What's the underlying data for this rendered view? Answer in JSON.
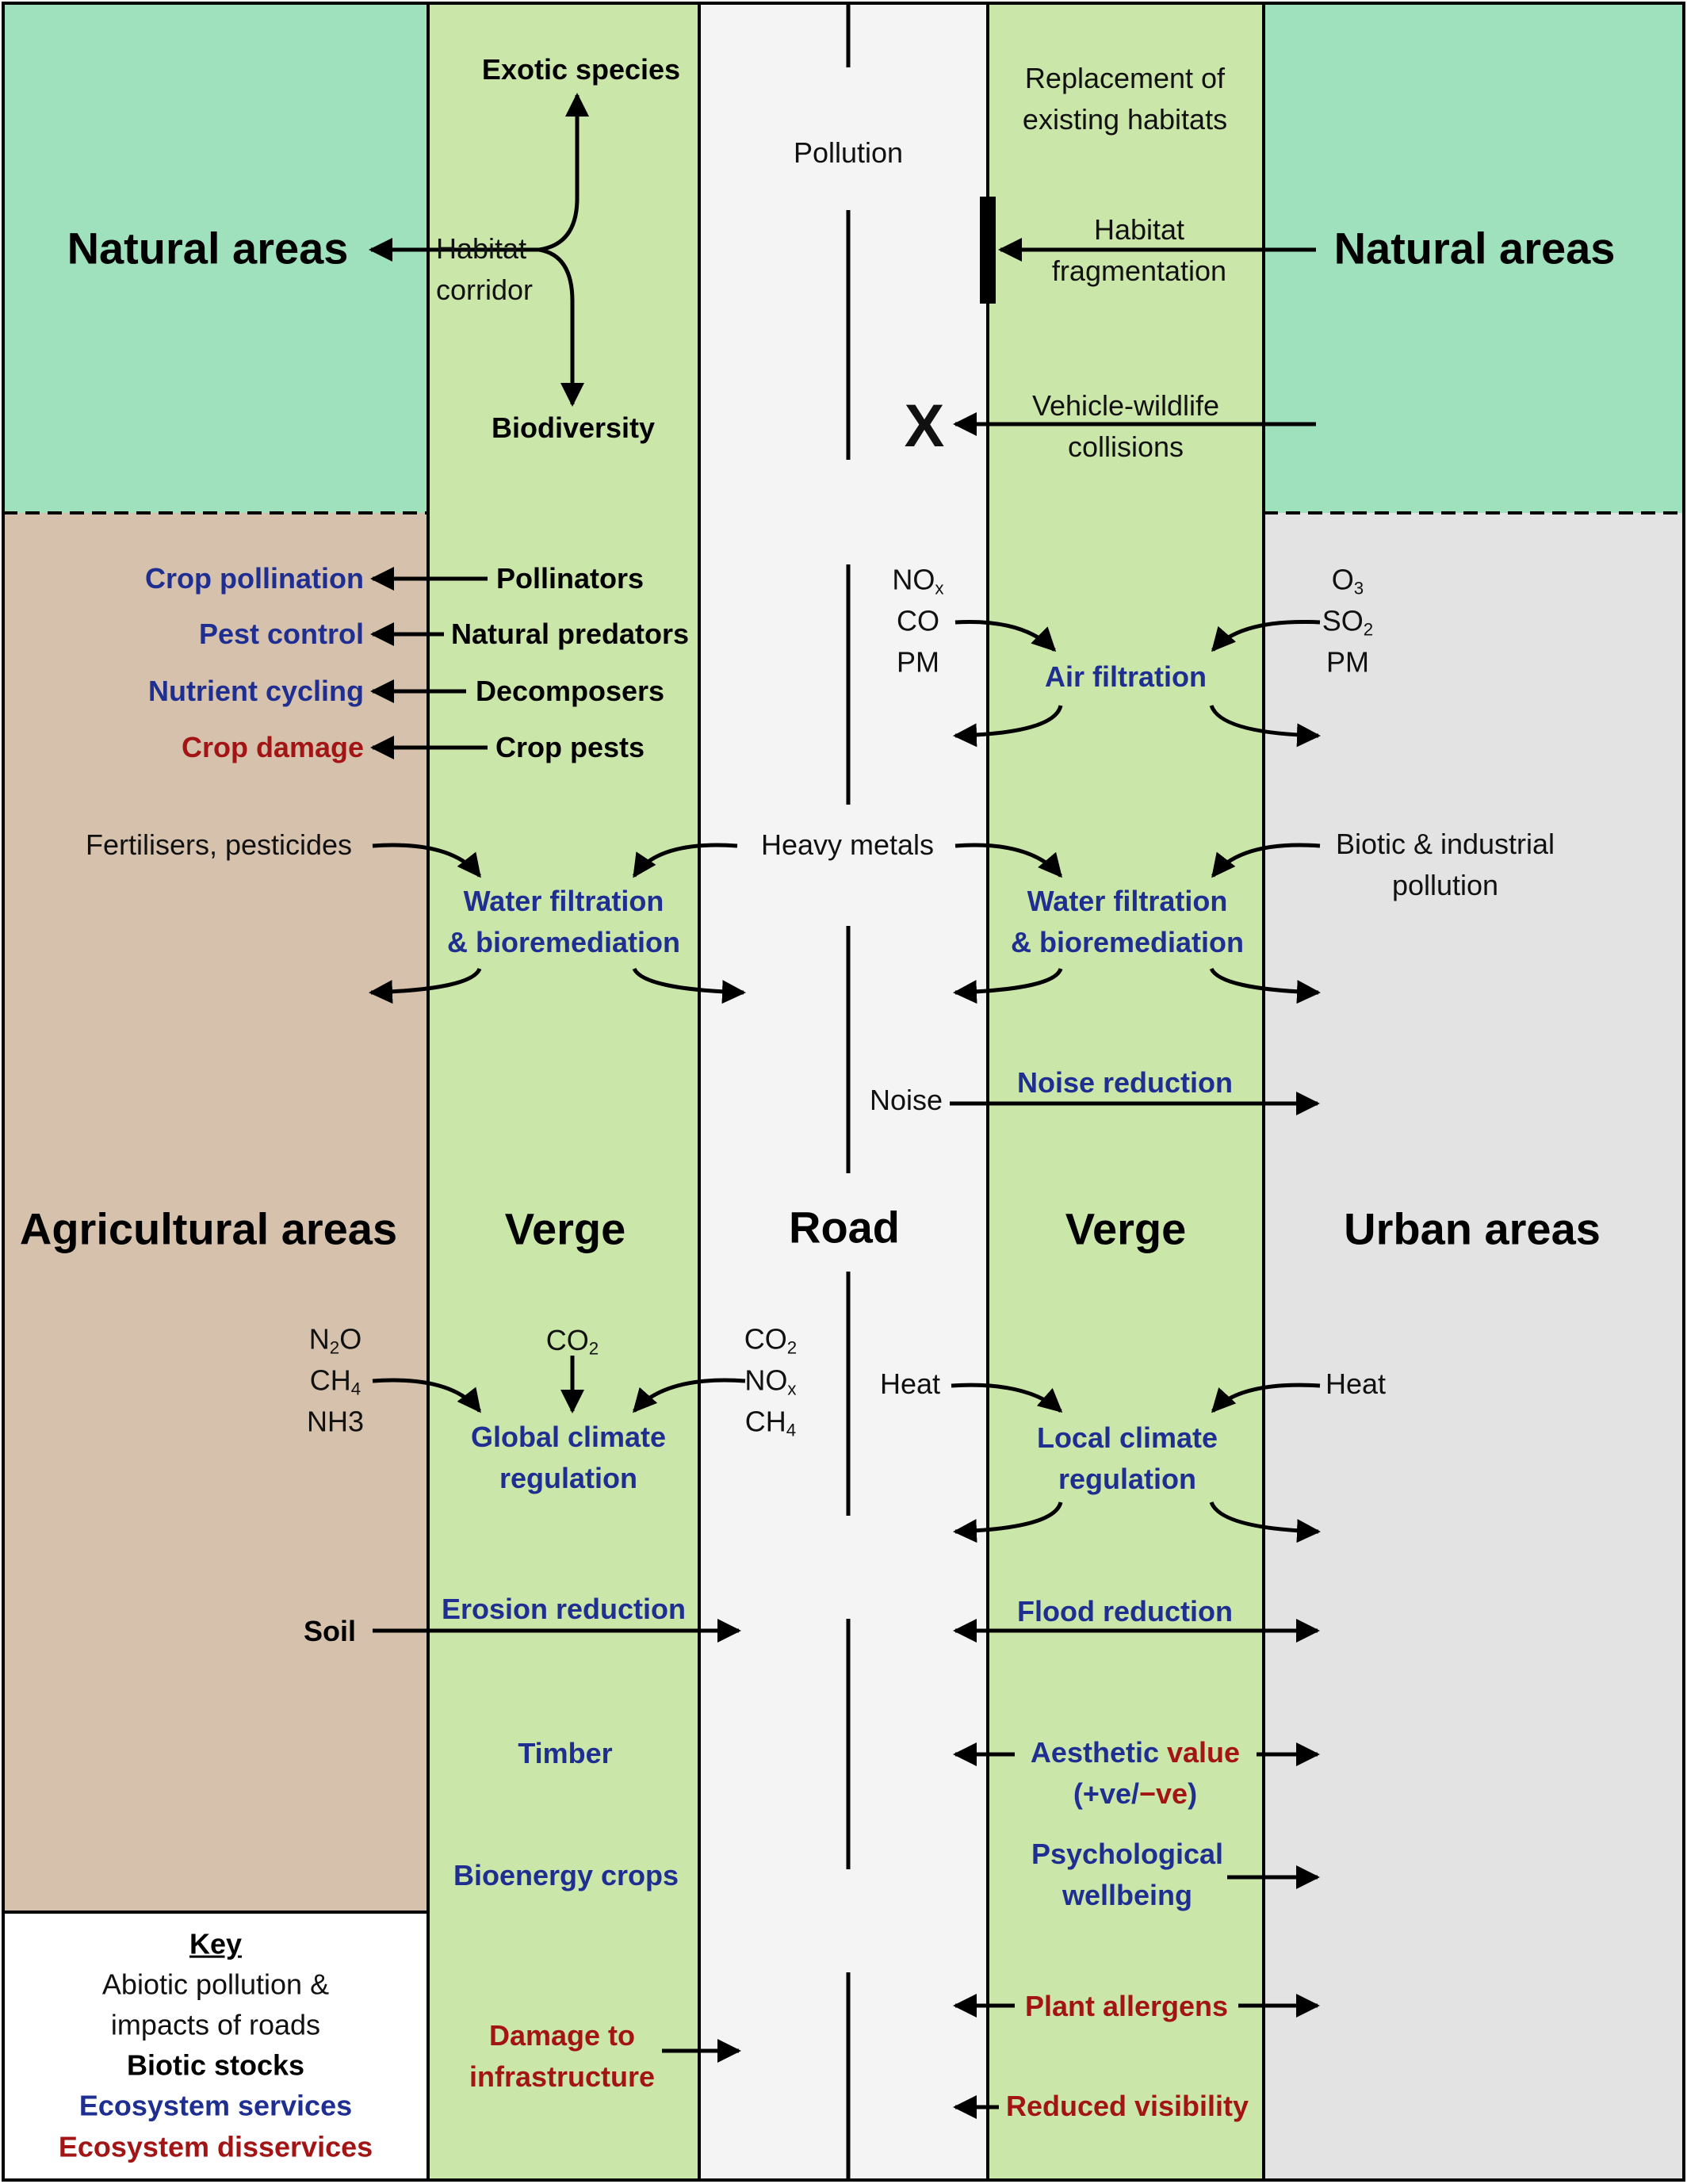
{
  "regions": {
    "natural_left": "Natural areas",
    "natural_right": "Natural areas",
    "agricultural": "Agricultural areas",
    "verge_left": "Verge",
    "road": "Road",
    "verge_right": "Verge",
    "urban": "Urban areas"
  },
  "top": {
    "exotic_species": "Exotic species",
    "habitat_corridor_1": "Habitat",
    "habitat_corridor_2": "corridor",
    "biodiversity": "Biodiversity",
    "pollution": "Pollution",
    "replacement_1": "Replacement of",
    "replacement_2": "existing habitats",
    "fragmentation_1": "Habitat",
    "fragmentation_2": "fragmentation",
    "collision_mark": "X",
    "collisions_1": "Vehicle-wildlife",
    "collisions_2": "collisions"
  },
  "agri_links": [
    {
      "stock": "Pollinators",
      "effect": "Crop pollination",
      "kind": "service"
    },
    {
      "stock": "Natural predators",
      "effect": "Pest control",
      "kind": "service"
    },
    {
      "stock": "Decomposers",
      "effect": "Nutrient cycling",
      "kind": "service"
    },
    {
      "stock": "Crop pests",
      "effect": "Crop damage",
      "kind": "disservice"
    }
  ],
  "air": {
    "road_pollutants": [
      "NO",
      "CO",
      "PM"
    ],
    "road_nox_sub": "x",
    "urban_pollutants": [
      "O",
      "SO",
      "PM"
    ],
    "urban_o3_sub": "3",
    "urban_so2_sub": "2",
    "service": "Air filtration"
  },
  "water": {
    "agri_inputs": "Fertilisers, pesticides",
    "heavy_metals": "Heavy metals",
    "urban_inputs_1": "Biotic & industrial",
    "urban_inputs_2": "pollution",
    "left_service_1": "Water filtration",
    "left_service_2": "& bioremediation",
    "right_service_1": "Water filtration",
    "right_service_2": "& bioremediation"
  },
  "noise": {
    "source": "Noise",
    "service": "Noise reduction"
  },
  "climate": {
    "agri_gases": [
      "N",
      "CH",
      "NH3"
    ],
    "agri_n2o_sub": "2",
    "agri_n2o_tail": "O",
    "agri_ch4_sub": "4",
    "verge_gas": "CO",
    "verge_gas_sub": "2",
    "road_gases": [
      "CO",
      "NO",
      "CH"
    ],
    "road_co2_sub": "2",
    "road_nox_sub": "x",
    "road_ch4_sub": "4",
    "global_1": "Global climate",
    "global_2": "regulation",
    "heat_road": "Heat",
    "heat_urban": "Heat",
    "local_1": "Local climate",
    "local_2": "regulation"
  },
  "lower": {
    "soil": "Soil",
    "erosion": "Erosion reduction",
    "flood": "Flood reduction",
    "timber": "Timber",
    "aesthetic_1": "Aesthetic",
    "aesthetic_2": "value",
    "aesthetic_open": "(",
    "aesthetic_pos": "+ve",
    "aesthetic_slash": "/",
    "aesthetic_neg": "−ve",
    "aesthetic_close": ")",
    "bioenergy": "Bioenergy crops",
    "psych_1": "Psychological",
    "psych_2": "wellbeing",
    "damage_1": "Damage to",
    "damage_2": "infrastructure",
    "allergens": "Plant allergens",
    "visibility": "Reduced visibility"
  },
  "key": {
    "title": "Key",
    "abiotic_1": "Abiotic pollution &",
    "abiotic_2": "impacts of roads",
    "biotic": "Biotic stocks",
    "services": "Ecosystem services",
    "disservices": "Ecosystem disservices"
  },
  "colors": {
    "natural": "#9fe0bd",
    "agricultural": "#d6c1ad",
    "verge": "#cbe6a9",
    "road": "#f4f4f4",
    "urban": "#e3e3e3",
    "service": "#1f2f91",
    "disservice": "#a31515"
  }
}
